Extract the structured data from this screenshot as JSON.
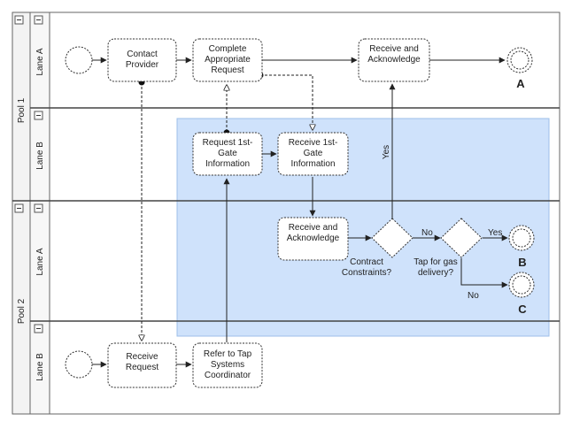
{
  "pools": [
    {
      "label": "Pool 1",
      "lanes": [
        "Lane A",
        "Lane B"
      ]
    },
    {
      "label": "Pool 2",
      "lanes": [
        "Lane A",
        "Lane B"
      ]
    }
  ],
  "tasks": {
    "contact_provider": [
      "Contact",
      "Provider"
    ],
    "complete_request": [
      "Complete",
      "Appropriate",
      "Request"
    ],
    "receive_ack_top": [
      "Receive and",
      "Acknowledge"
    ],
    "request_first_gate": [
      "Request 1st-",
      "Gate",
      "Information"
    ],
    "receive_first_gate": [
      "Receive 1st-",
      "Gate",
      "Information"
    ],
    "receive_ack_mid": [
      "Receive and",
      "Acknowledge"
    ],
    "receive_request": [
      "Receive",
      "Request"
    ],
    "refer_tap": [
      "Refer to Tap",
      "Systems",
      "Coordinator"
    ]
  },
  "gateways": {
    "contract": [
      "Contract",
      "Constraints?"
    ],
    "tap": [
      "Tap for gas",
      "delivery?"
    ]
  },
  "flow_labels": {
    "yes_up": "Yes",
    "no_mid": "No",
    "yes_right": "Yes",
    "no_down": "No"
  },
  "end_events": [
    "A",
    "B",
    "C"
  ],
  "colors": {
    "highlight": "#cfe2fb",
    "highlight_border": "#9dbfe8",
    "header_bg": "#f3f3f3",
    "line": "#333333"
  }
}
